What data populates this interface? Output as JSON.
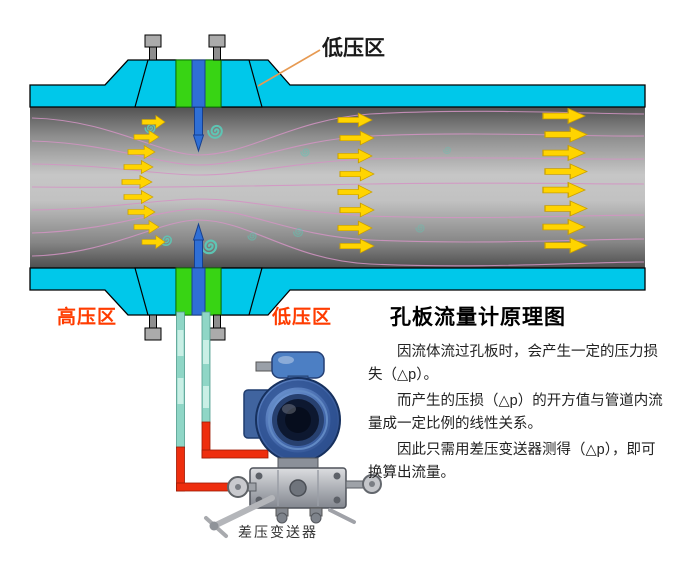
{
  "diagram": {
    "top_low_pressure_label": "低压区",
    "high_pressure_label": "高压区",
    "low_pressure_label": "低压区",
    "transmitter_label": "差压变送器"
  },
  "panel": {
    "title": "孔板流量计原理图",
    "paragraphs": [
      "因流体流过孔板时，会产生一定的压力损失（△p）。",
      "而产生的压损（△p）的开方值与管道内流量成一定比例的线性关系。",
      "因此只需用差压变送器测得（△p），即可换算出流量。"
    ]
  },
  "colors": {
    "pipe_wall": "#00c8ea",
    "pipe_interior_dark": "#565656",
    "pipe_interior_light": "#c6c6c6",
    "gasket_green": "#38d414",
    "orifice_plate_blue": "#2f6fd6",
    "flow_arrow_yellow": "#ffd400",
    "streamline_pink": "#d494c4",
    "swirl_teal": "#5cc8b6",
    "pressure_label_red": "#ff3c00",
    "leader_line_orange": "#e79a52",
    "tube_teal": "#8fd6c6",
    "tube_red": "#ee2e0e",
    "transmitter_blue": "#4576b8"
  }
}
